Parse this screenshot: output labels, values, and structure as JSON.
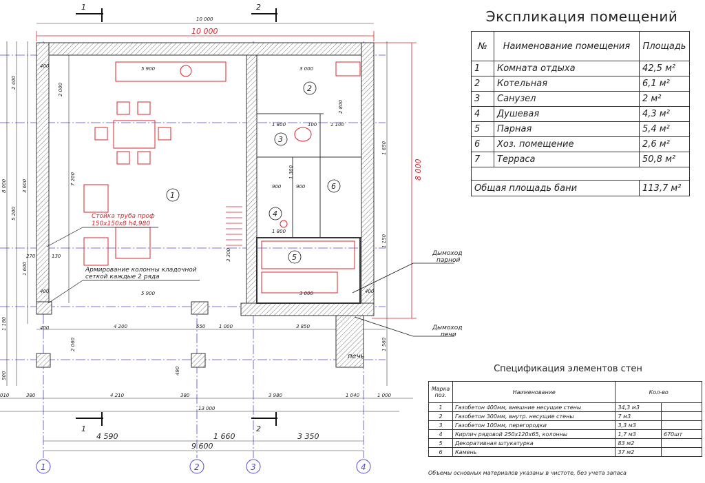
{
  "plan": {
    "dims": {
      "top_10000_a": "10 000",
      "top_10000_b": "10 000",
      "total_13000": "13 000",
      "height_8000": "8 000",
      "axis_4590": "4 590",
      "axis_1660": "1 660",
      "axis_3350": "3 350",
      "axis_9600": "9 600",
      "d5900_top": "5 900",
      "d5900_bottom": "5 900",
      "d3000_top": "3 000",
      "d3000_mid": "3 000",
      "d4200": "4 200",
      "d550": "550",
      "d1000": "1 000",
      "d3850": "3 850",
      "d4210": "4 210",
      "d3980": "3 980",
      "d380a": "380",
      "d380b": "380",
      "d1040": "1 040",
      "d1000r": "1 000",
      "d010": "010",
      "d400a": "400",
      "d400b": "400",
      "d400c": "400",
      "d400d": "400",
      "d7200": "7 200",
      "d2000": "2 000",
      "d3600": "3 600",
      "d5200": "5 200",
      "d2400": "2 400",
      "d1600": "1 600",
      "d1180": "1 180",
      "d2060": "2 060",
      "d490": "490",
      "d500": "500",
      "d270": "270",
      "d130": "130",
      "d1800a": "1 800",
      "d1800b": "1 800",
      "d1100": "1 100",
      "d900a": "900",
      "d900b": "900",
      "d1300": "1 300",
      "d100": "100",
      "d3300": "3 300",
      "d1560": "1 560",
      "d1150": "1 150",
      "d1650": "1 650",
      "d2800": "2 800"
    },
    "sections": {
      "s1_top": "1",
      "s2_top": "2",
      "s1_bottom": "1",
      "s2_bottom": "2"
    },
    "axes": {
      "a1": "1",
      "a2": "2",
      "a3": "3",
      "a4": "4"
    },
    "rooms": {
      "r1": "1",
      "r2": "2",
      "r3": "3",
      "r4": "4",
      "r5": "5",
      "r6": "6"
    },
    "labels": {
      "column_post_1": "Стойка  труба проф",
      "column_post_2": "150х150х8  h4,980",
      "reinforce_1": "Армирование колонны кладочной",
      "reinforce_2": "сеткой каждые 2 ряда",
      "chimney_sauna_1": "Дымоход",
      "chimney_sauna_2": "парной",
      "chimney_stove_1": "Дымоход",
      "chimney_stove_2": "печи",
      "stove": "печь"
    }
  },
  "explication": {
    "title": "Экспликация помещений",
    "headers": [
      "№",
      "Наименование помещения",
      "Площадь"
    ],
    "rows": [
      {
        "n": "1",
        "name": "Комната отдыха",
        "area": "42,5 м²"
      },
      {
        "n": "2",
        "name": "Котельная",
        "area": "6,1 м²"
      },
      {
        "n": "3",
        "name": "Санузел",
        "area": "2 м²"
      },
      {
        "n": "4",
        "name": "Душевая",
        "area": "4,3 м²"
      },
      {
        "n": "5",
        "name": "Парная",
        "area": "5,4 м²"
      },
      {
        "n": "6",
        "name": "Хоз. помещение",
        "area": "2,6 м²"
      },
      {
        "n": "7",
        "name": "Терраса",
        "area": "50,8 м²"
      }
    ],
    "total_label": "Общая площадь бани",
    "total_value": "113,7 м²"
  },
  "specification": {
    "title": "Спецификация элементов стен",
    "headers": [
      "Марка поз.",
      "Наименование",
      "Кол-во"
    ],
    "rows": [
      {
        "n": "1",
        "name": "Газобетон 400мм, внешние несущие стены",
        "qty": "34,3 м3",
        "extra": ""
      },
      {
        "n": "2",
        "name": "Газобетон 300мм, внутр. несущие стены",
        "qty": "7 м3",
        "extra": ""
      },
      {
        "n": "3",
        "name": "Газобетон 100мм, перегородки",
        "qty": "3,3 м3",
        "extra": ""
      },
      {
        "n": "4",
        "name": "Кирпич рядовой 250х120х65, колонны",
        "qty": "1,7 м3",
        "extra": "670шт"
      },
      {
        "n": "5",
        "name": "Декоративная штукатурка",
        "qty": "83 м2",
        "extra": ""
      },
      {
        "n": "6",
        "name": "Камень",
        "qty": "37 м2",
        "extra": ""
      }
    ],
    "note": "Объемы основных материалов указаны в чистоте, без учета запаса"
  }
}
